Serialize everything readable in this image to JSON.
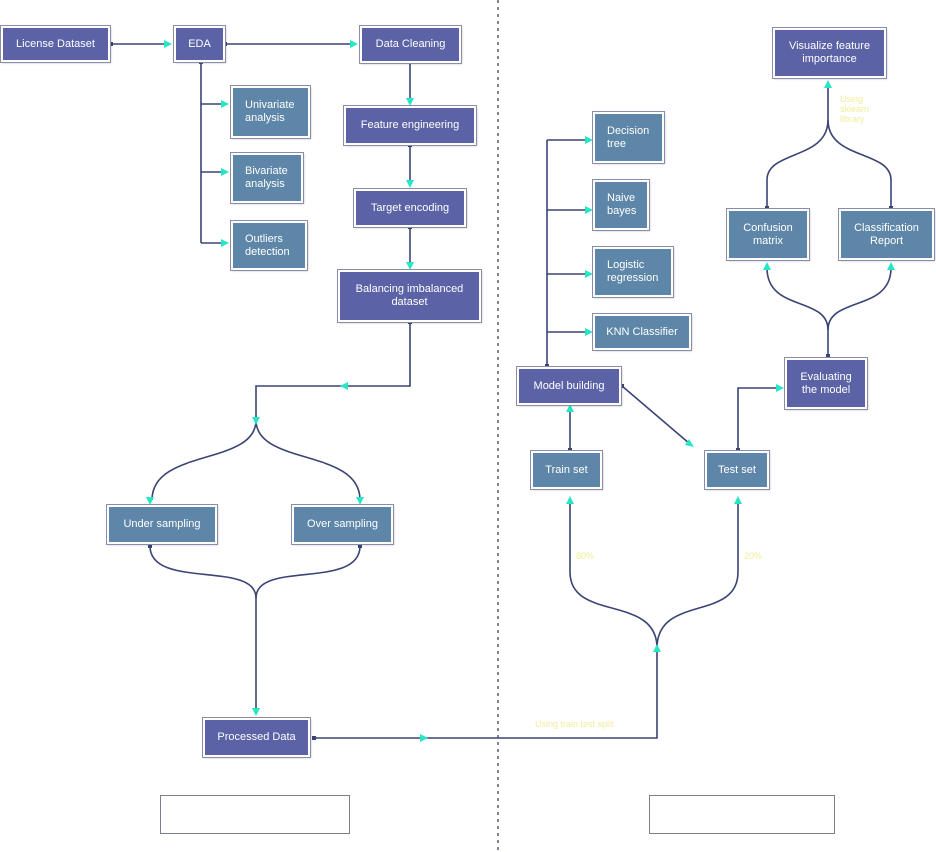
{
  "nodes": {
    "license_dataset": "License Dataset",
    "eda": "EDA",
    "data_cleaning": "Data Cleaning",
    "univariate": "Univariate\nanalysis",
    "bivariate": "Bivariate\nanalysis",
    "outliers": "Outliers\ndetection",
    "feature_engineering": "Feature engineering",
    "target_encoding": "Target encoding",
    "balancing": "Balancing imbalanced\ndataset",
    "under_sampling": "Under sampling",
    "over_sampling": "Over sampling",
    "processed_data": "Processed Data",
    "decision_tree": "Decision\ntree",
    "naive_bayes": "Naive\nbayes",
    "logistic_regression": "Logistic\nregression",
    "knn": "KNN Classifier",
    "model_building": "Model building",
    "train_set": "Train set",
    "test_set": "Test set",
    "evaluating": "Evaluating\nthe model",
    "confusion_matrix": "Confusion\nmatrix",
    "classification_report": "Classification\nReport",
    "visualize": "Visualize feature\nimportance"
  },
  "labels": {
    "using_train_test_split": "Using train test split",
    "train_pct": "80%",
    "test_pct": "20%",
    "using_sklearn": "Using\nsklearn\nlibrary"
  },
  "colors": {
    "purple_box": "#5b62a6",
    "teal_box": "#5d86a8",
    "connector": "#3b4476",
    "arrowhead": "#27e6c4",
    "label_text": "#f1ec9a",
    "divider": "#4a4f72"
  }
}
